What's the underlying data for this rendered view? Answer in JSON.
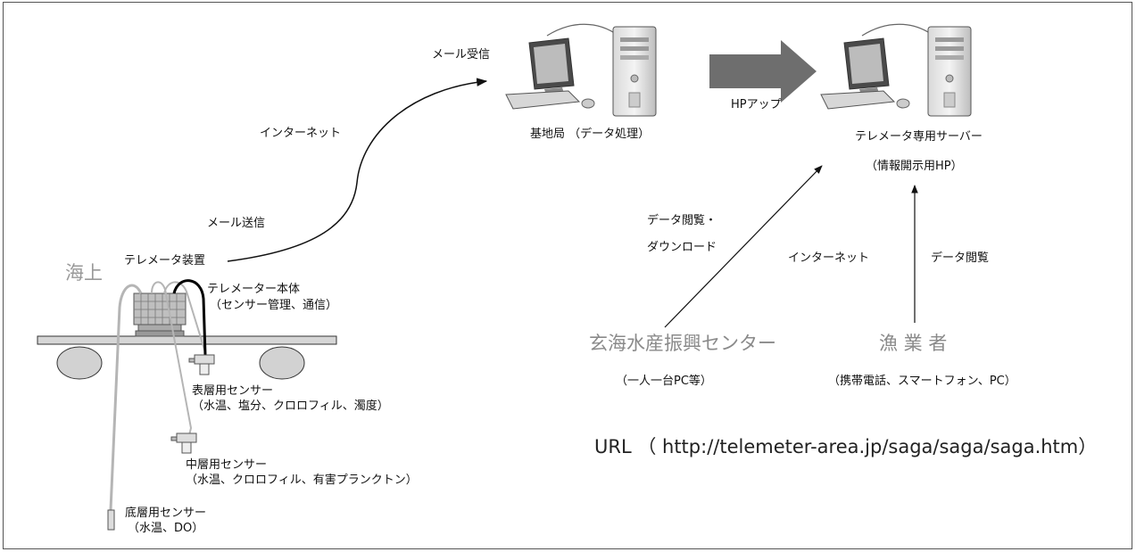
{
  "labels": {
    "sea": "海上",
    "mail_send": "メール送信",
    "internet_left": "インターネット",
    "mail_receive": "メール受信",
    "device": "テレメータ装置",
    "body": "テレメーター本体",
    "body_sub": "（センサー管理、通信）",
    "surface_sensor": "表層用センサー",
    "surface_sub": "（水温、塩分、クロロフィル、濁度）",
    "middle_sensor": "中層用センサー",
    "middle_sub": "（水温、クロロフィル、有害プランクトン）",
    "bottom_sensor": "底層用センサー",
    "bottom_sub": "（水温、DO）",
    "base_station": "基地局 （データ処理）",
    "hp_up": "HPアップ",
    "server": "テレメータ専用サーバー",
    "server_sub": "（情報開示用HP）",
    "view_download_1": "データ閲覧・",
    "view_download_2": "ダウンロード",
    "internet_right": "インターネット",
    "view": "データ閲覧",
    "genkai_center": "玄海水産振興センター",
    "genkai_sub": "（一人一台PC等）",
    "fishers": "漁 業 者",
    "fishers_sub": "（携帯電話、スマートフォン、PC）",
    "url": "URL （ http://telemeter-area.jp/saga/saga/saga.htm）"
  },
  "colors": {
    "big_arrow": "#6e6e6e",
    "sea_label": "#999999",
    "sensor": "#cccccc"
  }
}
